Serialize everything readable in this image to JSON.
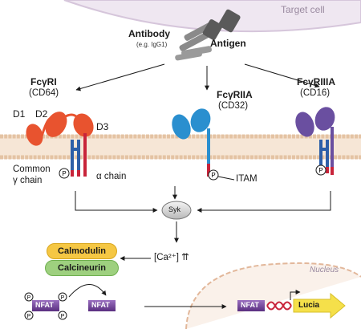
{
  "target_cell": "Target cell",
  "antibody": {
    "title": "Antibody",
    "example": "(e.g. IgG1)"
  },
  "antigen": "Antigen",
  "receptors": {
    "fcgr1": {
      "name": "FcγRI",
      "code": "(CD64)"
    },
    "fcgr2a": {
      "name": "FcγRIIA",
      "code": "(CD32)"
    },
    "fcgr3a": {
      "name": "FcγRIIIA",
      "code": "(CD16)"
    }
  },
  "domains": {
    "d1": "D1",
    "d2": "D2",
    "d3": "D3"
  },
  "chains": {
    "common_line1": "Common",
    "common_line2": "γ chain",
    "alpha": "α chain"
  },
  "itam": "ITAM",
  "phospho": "P",
  "syk": "Syk",
  "calcium": "[Ca²⁺] ⇈",
  "calmodulin": "Calmodulin",
  "calcineurin": "Calcineurin",
  "nfat": "NFAT",
  "nucleus": "Nucleus",
  "lucia": "Lucia",
  "colors": {
    "membrane": "#f2dcc6",
    "target_cell": "#efe7f1",
    "fcgr1": "#e8532f",
    "fcgr2a": "#2a8fcf",
    "fcgr3a": "#6a4fa0",
    "chain_blue": "#2d5fa8",
    "chain_red": "#c8243a",
    "calmodulin": "#f5c744",
    "calcineurin": "#9ed07f",
    "nfat": "#6b3e8f",
    "lucia": "#f5e04a"
  }
}
